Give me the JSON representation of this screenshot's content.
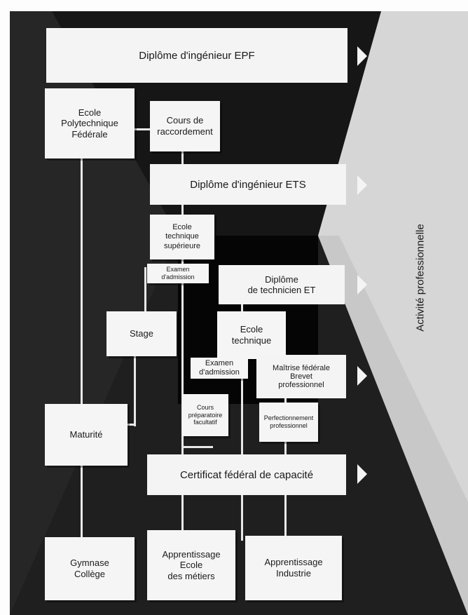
{
  "diagram": {
    "diplome_epf": "Diplôme d'ingénieur EPF",
    "epf_school": "Ecole\nPolytechnique\nFédérale",
    "cours_raccordement": "Cours de\nraccordement",
    "diplome_ets": "Diplôme d'ingénieur ETS",
    "ets_school": "Ecole\ntechnique\nsupérieure",
    "examen_admission_ets": "Examen\nd'admission",
    "diplome_et": "Diplôme\nde technicien ET",
    "stage": "Stage",
    "ecole_technique": "Ecole\ntechnique",
    "examen_admission_et": "Examen\nd'admission",
    "maitrise": "Maîtrise fédérale\nBrevet\nprofessionnel",
    "cours_preparatoire": "Cours\npréparatoire\nfacultatif",
    "perfectionnement": "Perfectionnement\nprofessionnel",
    "maturite": "Maturité",
    "certificat": "Certificat fédéral de capacité",
    "gymnase": "Gymnase\nCollège",
    "apprentissage_ecole": "Apprentissage\nEcole\ndes métiers",
    "apprentissage_industrie": "Apprentissage\nIndustrie",
    "activite": "Activité professionnelle"
  },
  "colors": {
    "background": "#161616",
    "box": "#f5f5f5",
    "wall": "#d9d9d9"
  }
}
